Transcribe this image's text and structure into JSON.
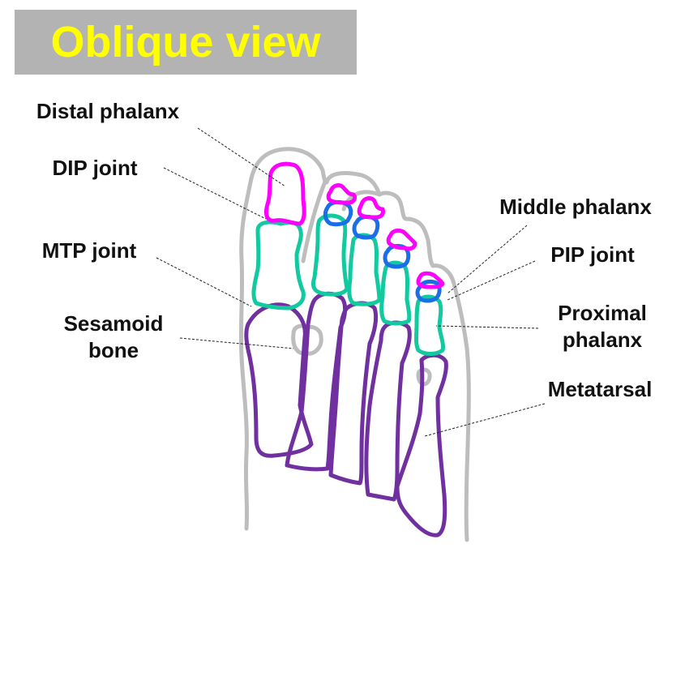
{
  "title": "Oblique view",
  "colors": {
    "title_bg": "#b3b3b3",
    "title_text": "#ffff00",
    "skin_outline": "#bdbdbd",
    "distal_phalanx": "#ff00ff",
    "middle_phalanx": "#1a6ee8",
    "proximal_phalanx": "#12c9a0",
    "metatarsal": "#7030a0",
    "sesamoid": "#bdbdbd"
  },
  "labels": {
    "distal_phalanx": "Distal phalanx",
    "dip_joint": "DIP joint",
    "mtp_joint": "MTP joint",
    "sesamoid_line1": "Sesamoid",
    "sesamoid_line2": "bone",
    "middle_phalanx": "Middle phalanx",
    "pip_joint": "PIP joint",
    "proximal_line1": "Proximal",
    "proximal_line2": "phalanx",
    "metatarsal": "Metatarsal"
  }
}
